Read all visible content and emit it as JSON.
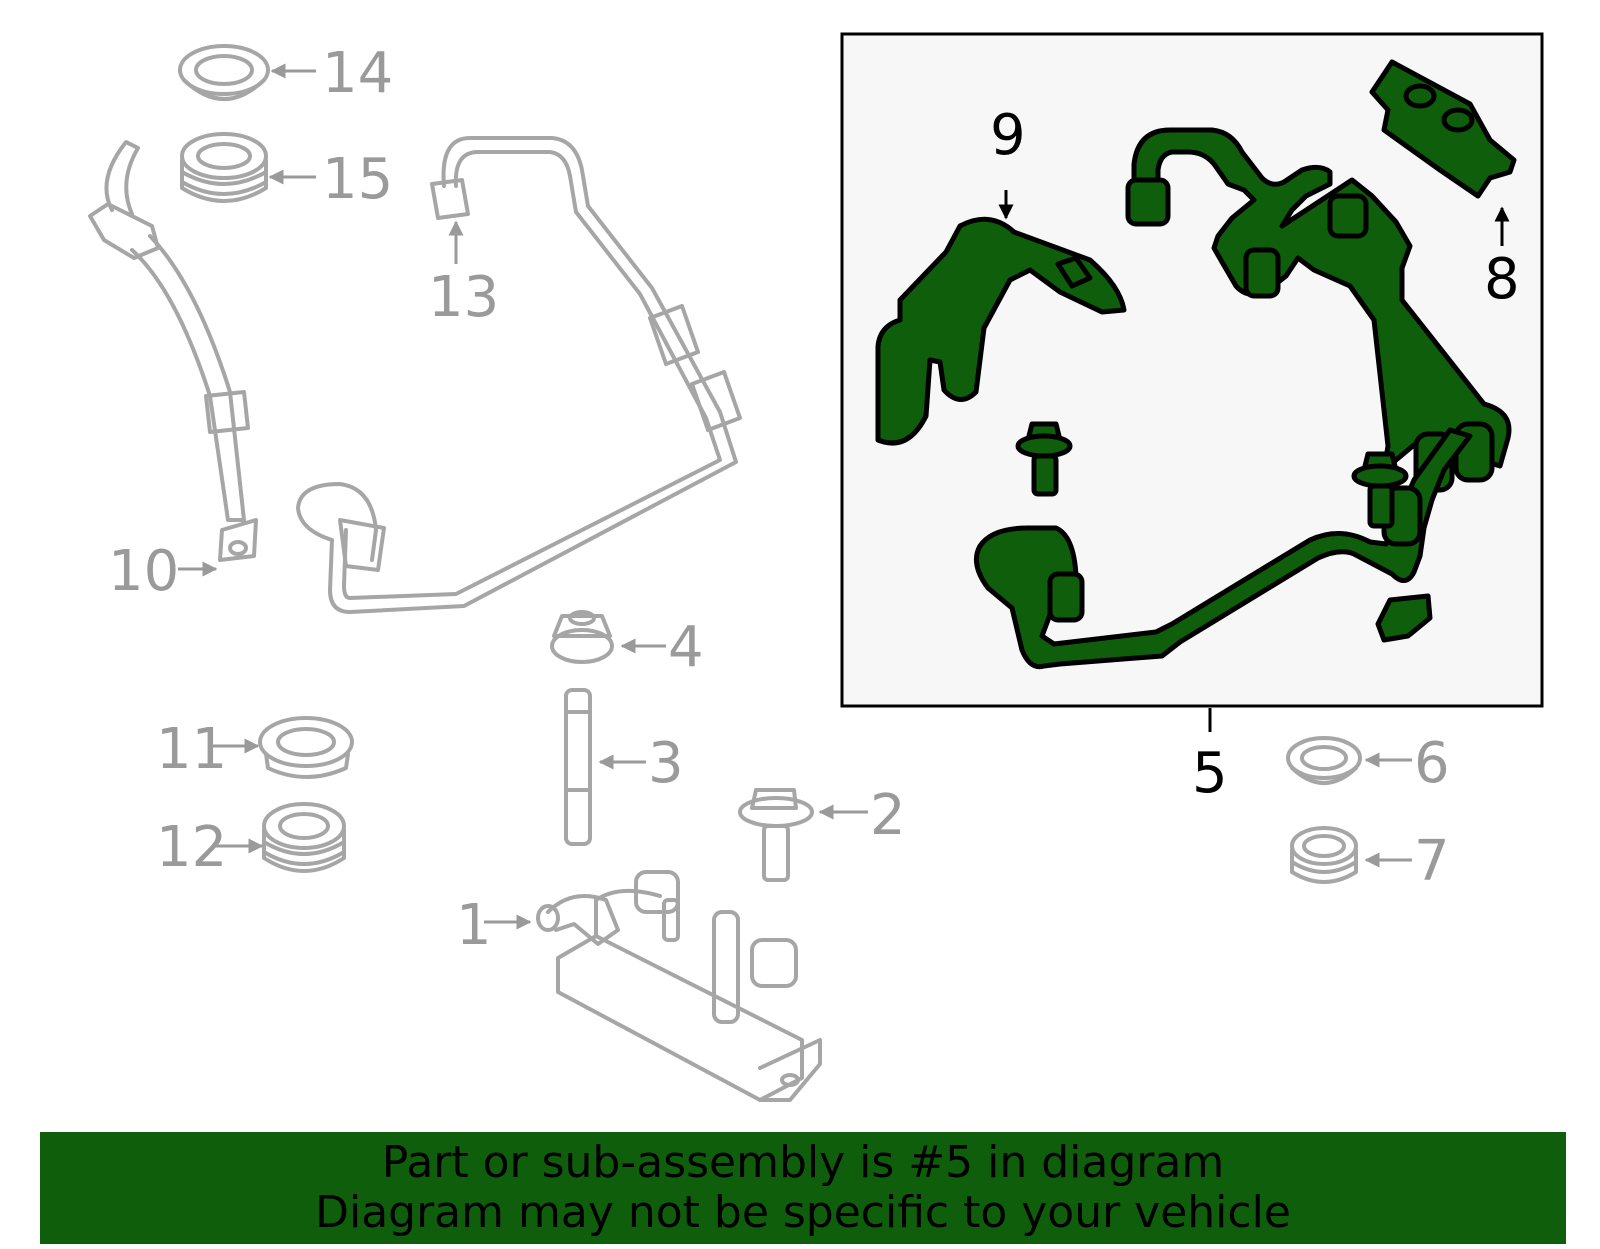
{
  "callouts": {
    "c1": "1",
    "c2": "2",
    "c3": "3",
    "c4": "4",
    "c5": "5",
    "c6": "6",
    "c7": "7",
    "c8": "8",
    "c9": "9",
    "c10": "10",
    "c11": "11",
    "c12": "12",
    "c13": "13",
    "c14": "14",
    "c15": "15"
  },
  "banner": {
    "line1": "Part or sub-assembly is #5 in diagram",
    "line2": "Diagram may not be specific to your vehicle"
  },
  "colors": {
    "highlight": "#0f5e0b",
    "part_outline": "#a6a6a6",
    "callout_gray": "#9a9a9a",
    "inset_bg": "#f7f7f7"
  },
  "icons": {
    "arrow": "arrow-left-icon",
    "pointer": "arrow-down-icon"
  }
}
